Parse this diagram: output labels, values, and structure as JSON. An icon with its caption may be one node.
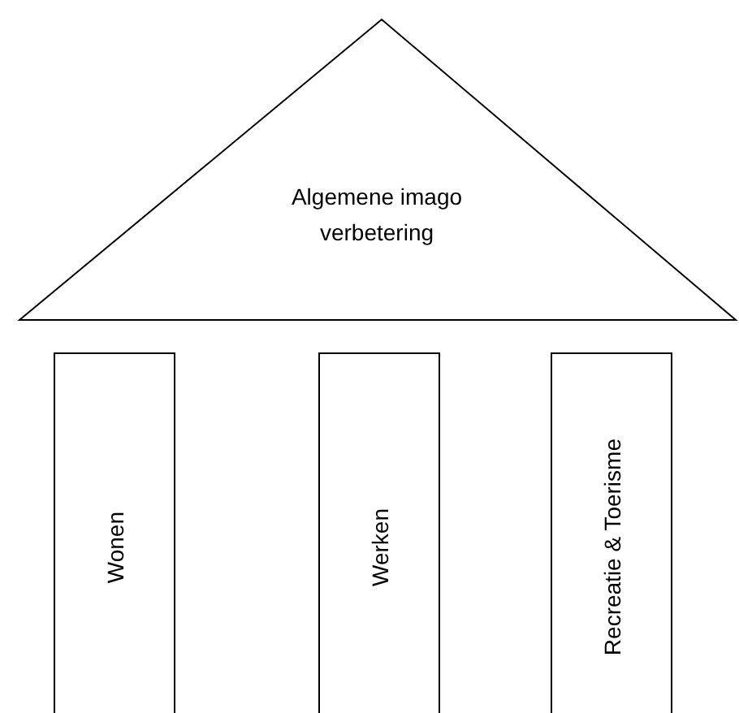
{
  "diagram": {
    "nodes": [
      {
        "text": [
          "Algemene imago verbetering"
        ]
      },
      {
        "text": [
          "Wonen"
        ]
      },
      {
        "text": [
          "Werken"
        ]
      },
      {
        "text": [
          "Recreatie & Toerisme"
        ]
      }
    ]
  }
}
